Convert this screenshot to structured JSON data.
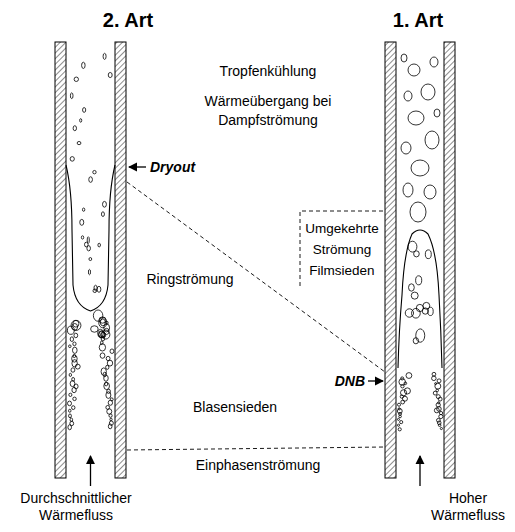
{
  "diagram": {
    "labels": [
      "2. Art",
      "1. Art",
      "Tropfenkühlung",
      "Wärmeübergang bei Dampfströmung",
      "Dryout",
      "Umgekehrte Strömung Filmsieden",
      "Ringströmung",
      "DNB",
      "Blasensieden",
      "Einphasenströmung",
      "Durchschnittlicher Wärmefluss",
      "Hoher Wärmefluss"
    ]
  }
}
